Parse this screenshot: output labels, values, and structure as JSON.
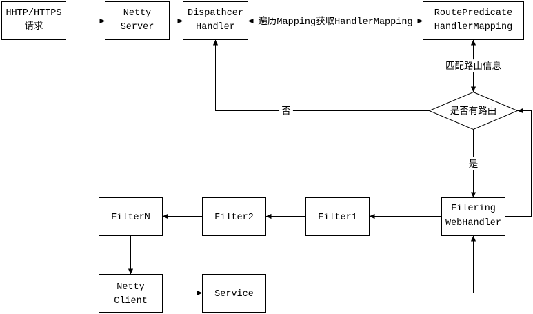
{
  "nodes": {
    "http_request": {
      "lines": [
        "HHTP/HTTPS",
        "请求"
      ]
    },
    "netty_server": {
      "lines": [
        "Netty",
        "Server"
      ]
    },
    "dispatcher_handler": {
      "lines": [
        "Dispathcer",
        "Handler"
      ]
    },
    "route_predicate_handler_mapping": {
      "lines": [
        "RoutePredicate",
        "HandlerMapping"
      ]
    },
    "has_route_decision": {
      "lines": [
        "是否有路由"
      ]
    },
    "filtering_web_handler": {
      "lines": [
        "Filering",
        "WebHandler"
      ]
    },
    "filter1": {
      "lines": [
        "Filter1"
      ]
    },
    "filter2": {
      "lines": [
        "Filter2"
      ]
    },
    "filter_n": {
      "lines": [
        "FilterN"
      ]
    },
    "netty_client": {
      "lines": [
        "Netty",
        "Client"
      ]
    },
    "service": {
      "lines": [
        "Service"
      ]
    }
  },
  "edges": {
    "traverse_mapping": {
      "label": "遍历Mapping获取HandlerMapping"
    },
    "match_route_info": {
      "label": "匹配路由信息"
    },
    "no_route": {
      "label": "否"
    },
    "yes_route": {
      "label": "是"
    }
  },
  "colors": {
    "line": "#000000",
    "fill": "#ffffff",
    "background": "#ffffff"
  }
}
